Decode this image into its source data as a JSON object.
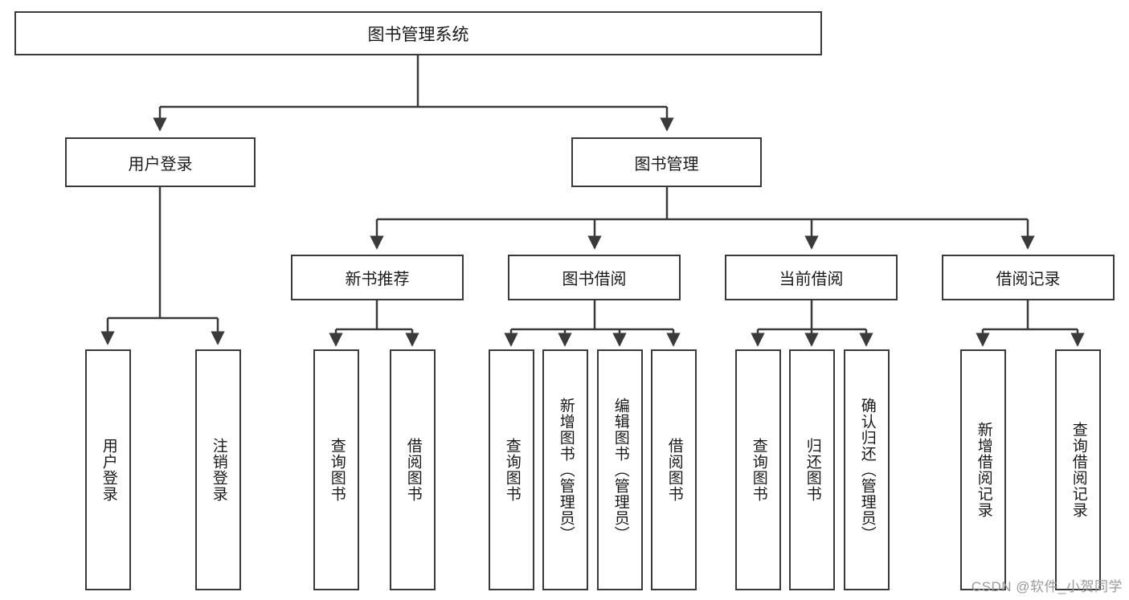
{
  "diagram": {
    "title": "图书管理系统",
    "type": "tree",
    "colors": {
      "box_border": "#3a3a3a",
      "box_fill": "#ffffff",
      "edge": "#3a3a3a",
      "text": "#1a1a1a",
      "watermark": "#9a9a9a"
    },
    "root": {
      "label": "图书管理系统"
    },
    "level2": [
      {
        "id": "user-login",
        "label": "用户登录"
      },
      {
        "id": "book-management",
        "label": "图书管理"
      }
    ],
    "level3": [
      {
        "id": "new-book-recommend",
        "label": "新书推荐"
      },
      {
        "id": "book-borrow",
        "label": "图书借阅"
      },
      {
        "id": "current-borrow",
        "label": "当前借阅"
      },
      {
        "id": "borrow-record",
        "label": "借阅记录"
      }
    ],
    "leaves": {
      "user-login": [
        {
          "id": "leaf-user-login",
          "label": "用户登录"
        },
        {
          "id": "leaf-user-logout",
          "label": "注销登录"
        }
      ],
      "new-book-recommend": [
        {
          "id": "leaf-query-book-1",
          "label": "查询图书"
        },
        {
          "id": "leaf-borrow-book-1",
          "label": "借阅图书"
        }
      ],
      "book-borrow": [
        {
          "id": "leaf-query-book-2",
          "label": "查询图书"
        },
        {
          "id": "leaf-add-book",
          "label": "新增图书（管理员）"
        },
        {
          "id": "leaf-edit-book",
          "label": "编辑图书（管理员）"
        },
        {
          "id": "leaf-borrow-book-2",
          "label": "借阅图书"
        }
      ],
      "current-borrow": [
        {
          "id": "leaf-query-book-3",
          "label": "查询图书"
        },
        {
          "id": "leaf-return-book",
          "label": "归还图书"
        },
        {
          "id": "leaf-confirm-return",
          "label": "确认归还（管理员）"
        }
      ],
      "borrow-record": [
        {
          "id": "leaf-add-record",
          "label": "新增借阅记录"
        },
        {
          "id": "leaf-query-record",
          "label": "查询借阅记录"
        }
      ]
    },
    "watermark": "CSDN @软件_小贺同学"
  }
}
